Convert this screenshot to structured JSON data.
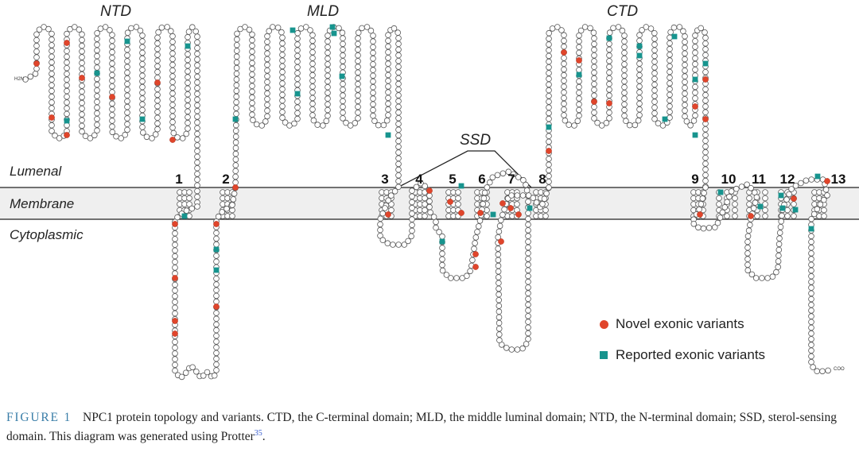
{
  "domains": {
    "ntd": "NTD",
    "mld": "MLD",
    "ctd": "CTD",
    "ssd": "SSD"
  },
  "regions": {
    "lumenal": "Lumenal",
    "membrane": "Membrane",
    "cytoplasmic": "Cytoplasmic"
  },
  "tm_numbers": [
    "1",
    "2",
    "3",
    "4",
    "5",
    "6",
    "7",
    "8",
    "9",
    "10",
    "11",
    "12",
    "13"
  ],
  "legend": {
    "novel": "Novel exonic variants",
    "reported": "Reported exonic variants"
  },
  "termini": {
    "n_term": "H2N",
    "c_term": "COO"
  },
  "colors": {
    "novel": "#e0452b",
    "reported": "#17948e",
    "membrane_band": "#efefef",
    "residue_stroke": "#555555"
  },
  "caption": {
    "figure_label": "FIGURE 1",
    "text": "NPC1 protein topology and variants. CTD, the C-terminal domain; MLD, the middle luminal domain; NTD, the N-terminal domain; SSD, sterol-sensing domain. This diagram was generated using Protter",
    "ref": "35",
    "end": "."
  }
}
